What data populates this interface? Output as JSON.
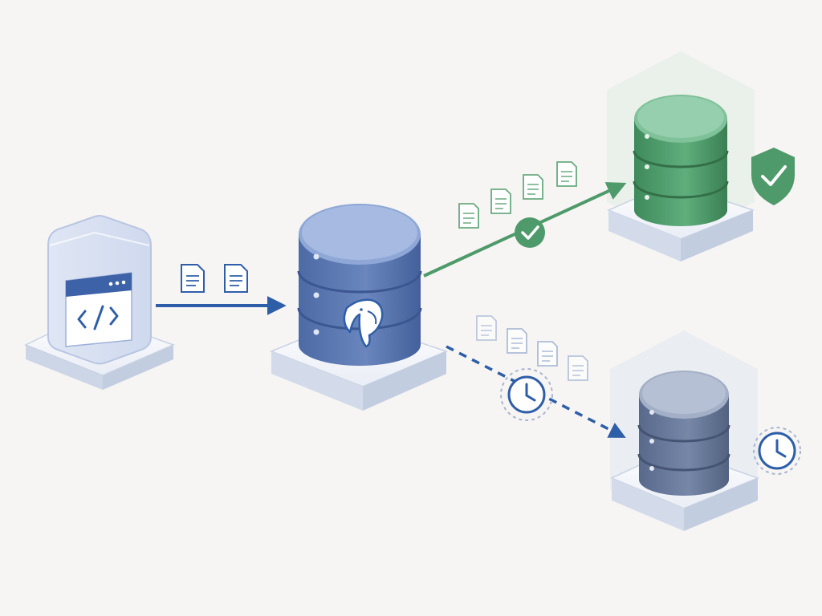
{
  "diagram": {
    "nodes": [
      {
        "id": "app",
        "role": "application",
        "icon": "code-window-icon"
      },
      {
        "id": "primary",
        "role": "primary-database",
        "icon": "elephant-icon"
      },
      {
        "id": "sync-replica",
        "role": "replica-database",
        "status_icon": "shield-check-icon",
        "color": "#4e9a6a"
      },
      {
        "id": "async-replica",
        "role": "replica-database",
        "status_icon": "clock-icon",
        "color": "#5f7397"
      }
    ],
    "edges": [
      {
        "from": "app",
        "to": "primary",
        "style": "solid",
        "color": "#2f5ea8",
        "items": 2,
        "item_icon": "document-icon"
      },
      {
        "from": "primary",
        "to": "sync-replica",
        "style": "solid",
        "color": "#4e9a6a",
        "items": 4,
        "item_icon": "document-icon",
        "badge": "check-circle-icon"
      },
      {
        "from": "primary",
        "to": "async-replica",
        "style": "dashed",
        "color": "#2f5ea8",
        "items": 4,
        "item_icon": "document-icon",
        "badge": "clock-icon"
      }
    ],
    "colors": {
      "background": "#f6f5f3",
      "primary_blue": "#2f5ea8",
      "db_blue": "#5a76ad",
      "green": "#4e9a6a",
      "slate": "#5f7397"
    }
  }
}
